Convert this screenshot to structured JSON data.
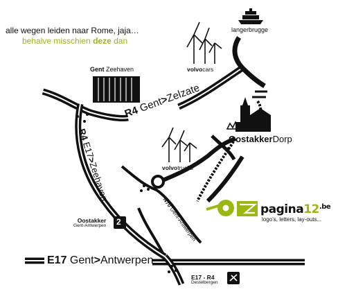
{
  "tagline": {
    "line1": "alle wegen leiden naar Rome, jaja…",
    "line2_before": "behalve misschien",
    "line2_emph": "deze",
    "line2_after": "dan",
    "accent_color": "#9ab812"
  },
  "places": {
    "langerbrugge": "langerbrugge",
    "volvocars_bold": "volvo",
    "volvocars_rest": "cars",
    "gent_zeehaven_bold": "Gent",
    "gent_zeehaven_rest": "Zeehaven",
    "volvotrucks_bold": "volvo",
    "volvotrucks_rest": "trucks",
    "oostakker_dorp_bold": "Oostakker",
    "oostakker_dorp_rest": "Dorp"
  },
  "roads": {
    "r4_zelzate_num": "R4",
    "r4_zelzate_from": "Gent",
    "r4_zelzate_to": "Zelzate",
    "r4_zeehaven_num": "R4",
    "r4_zeehaven_mid": "E17",
    "r4_zeehaven_to": "Zeehaven",
    "n70_num": "N70",
    "n70_rest": "Gent-Antwerpen",
    "e17_num": "E17",
    "e17_from": "Gent",
    "e17_to": "Antwerpen"
  },
  "exits": {
    "oostakker_title": "Oostakker",
    "oostakker_sub": "Gent-Antwerpen",
    "oostakker_num": "2",
    "destelbergen_title": "E17 - R4",
    "destelbergen_sub": "Destelbergen"
  },
  "logo": {
    "name": "pagina",
    "num": "12",
    "tld": ".be",
    "sub": "logo’s, letters, lay-outs...",
    "color": "#9ab812"
  }
}
